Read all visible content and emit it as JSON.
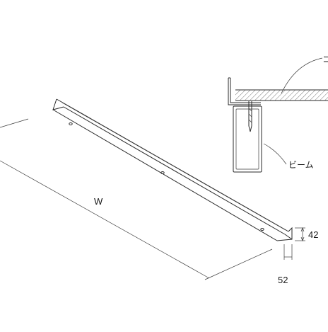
{
  "labels": {
    "width": "W",
    "height_dim": "42",
    "depth_dim": "52",
    "beam": "ビーム",
    "cropped_label": "コ"
  }
}
